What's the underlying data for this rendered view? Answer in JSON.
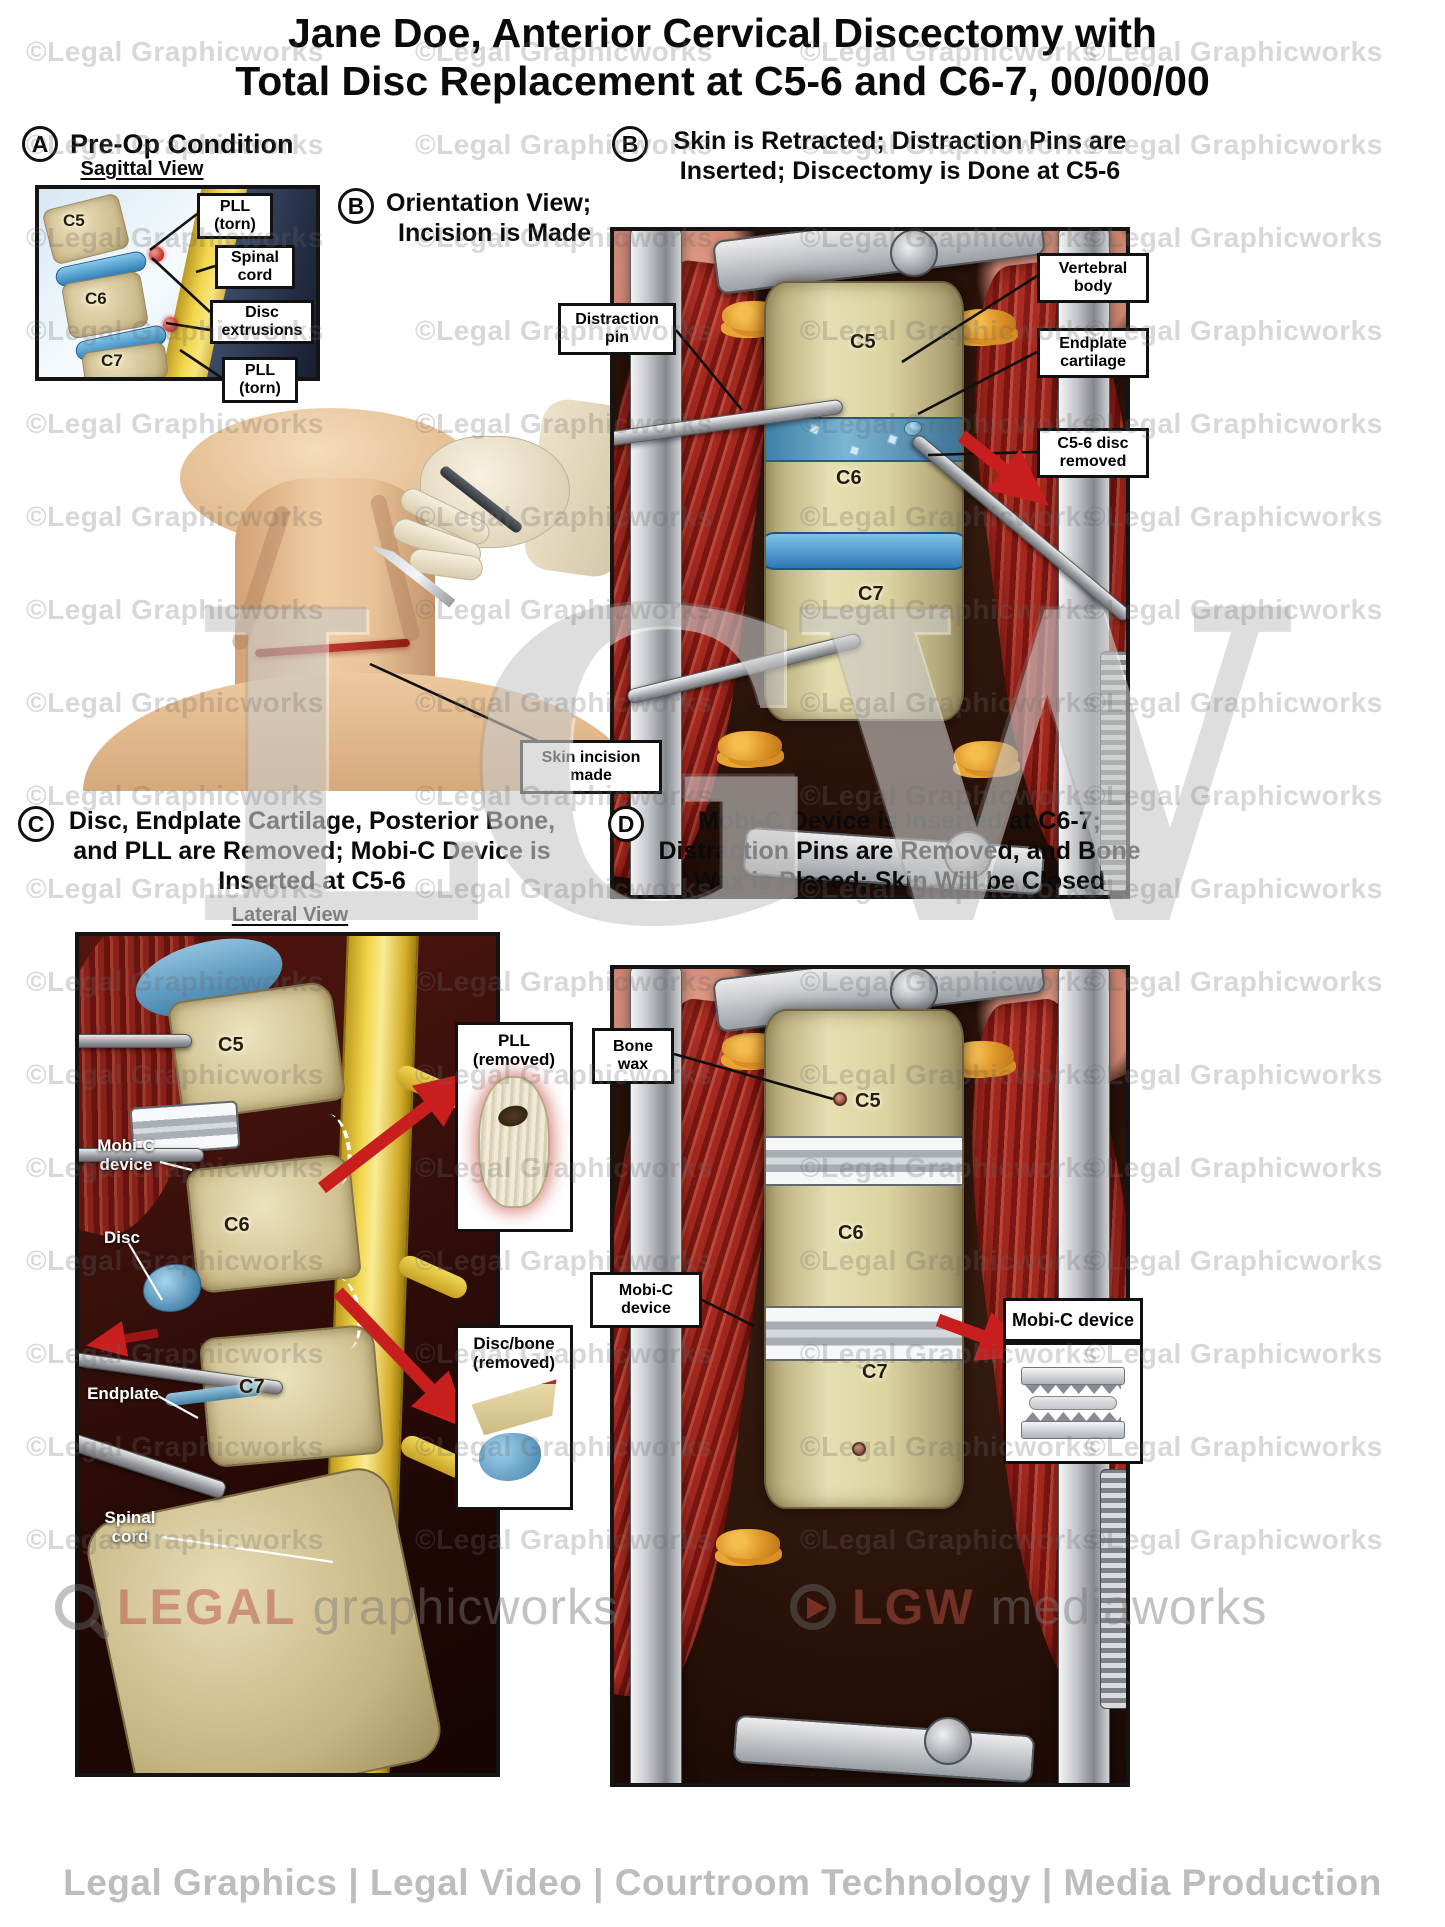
{
  "title": {
    "line1": "Jane Doe, Anterior Cervical Discectomy with",
    "line2": "Total Disc Replacement at C5-6 and C6-7, 00/00/00"
  },
  "watermark": {
    "text": "©Legal Graphicworks",
    "big": "LGW"
  },
  "panelA": {
    "letter": "A",
    "heading": "Pre-Op Condition",
    "view_label": "Sagittal View",
    "vertebrae": [
      "C5",
      "C6",
      "C7"
    ],
    "callouts": {
      "pll_top": "PLL (torn)",
      "spinal_cord": "Spinal cord",
      "disc_extrusions": "Disc extrusions",
      "pll_bottom": "PLL (torn)"
    }
  },
  "orientation": {
    "letter": "B",
    "heading_lines": [
      "Orientation View;",
      "Incision is Made"
    ],
    "callout_skin_incision": "Skin incision made"
  },
  "panelB": {
    "letter": "B",
    "heading_lines": [
      "Skin is Retracted; Distraction Pins are",
      "Inserted; Discectomy is Done at C5-6"
    ],
    "vertebrae": [
      "C5",
      "C6",
      "C7"
    ],
    "callouts": {
      "distraction_pin": "Distraction pin",
      "vertebral_body": "Vertebral body",
      "endplate_cartilage": "Endplate cartilage",
      "disc_removed": "C5-6 disc removed"
    }
  },
  "panelC": {
    "letter": "C",
    "heading_lines": [
      "Disc, Endplate Cartilage, Posterior Bone,",
      "and PLL are Removed; Mobi-C Device is",
      "Inserted at C5-6"
    ],
    "view_label": "Lateral View",
    "vertebrae": [
      "C5",
      "C6",
      "C7"
    ],
    "labels": {
      "mobic_device": "Mobi-C device",
      "disc": "Disc",
      "endplate": "Endplate",
      "spinal_cord": "Spinal cord"
    },
    "callouts": {
      "pll_removed": "PLL (removed)",
      "disc_bone_removed": "Disc/bone (removed)"
    }
  },
  "panelD": {
    "letter": "D",
    "heading_lines": [
      "Mobi-C Device is Inserted at C6-7;",
      "Distraction Pins are Removed, and Bone",
      "Wax is Placed; Skin Will be Closed"
    ],
    "vertebrae": [
      "C5",
      "C6",
      "C7"
    ],
    "callouts": {
      "bone_wax": "Bone wax",
      "mobic_left": "Mobi-C device",
      "mobic_right": "Mobi-C device"
    }
  },
  "footer": {
    "brand_left_name": "LEGAL",
    "brand_left_suffix": "graphicworks",
    "brand_right_name": "LGW",
    "brand_right_suffix": "mediaworks",
    "tagline": "Legal Graphics | Legal Video | Courtroom Technology | Media Production"
  }
}
